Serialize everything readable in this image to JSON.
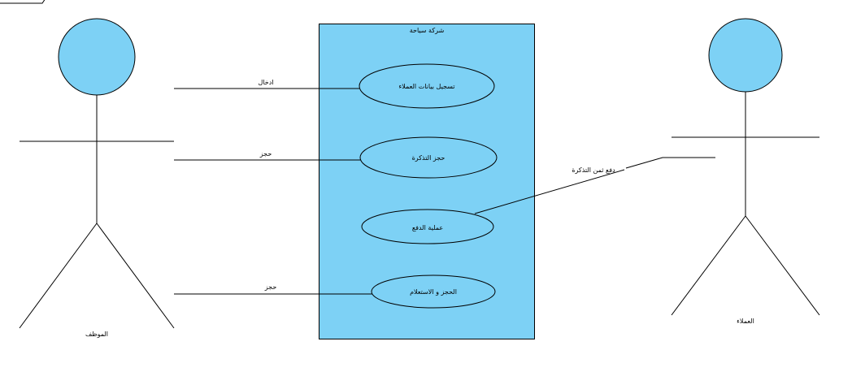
{
  "colors": {
    "fill": "#7dd1f5",
    "line": "#000000",
    "background": "#ffffff"
  },
  "tab_label": "",
  "system": {
    "name": "شركة سياحة"
  },
  "actors": {
    "employee": {
      "name": "الموظف"
    },
    "customer": {
      "name": "العملاء"
    }
  },
  "use_cases": [
    {
      "label": "تسجيل بيانات العملاء"
    },
    {
      "label": "حجز التذكرة"
    },
    {
      "label": "عملية الدفع"
    },
    {
      "label": "الحجز و الاستعلام"
    }
  ],
  "associations": [
    {
      "label": "ادخال"
    },
    {
      "label": "حجز"
    },
    {
      "label": "دفع ثمن التذكرة"
    },
    {
      "label": "حجز"
    }
  ]
}
